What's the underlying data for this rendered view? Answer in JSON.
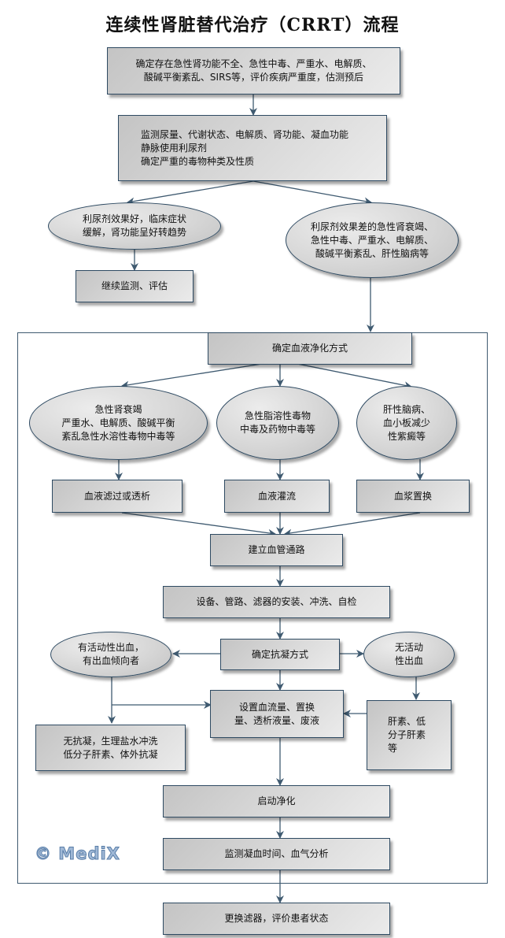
{
  "title": "连续性肾脏替代治疗（CRRT）流程",
  "watermark": "© MediX",
  "colors": {
    "line": "#3f5a70",
    "box_border": "#2e4a62",
    "box_fill_dark": "#c4c4c4",
    "box_fill_light": "#ebebeb",
    "logo": "#9fb8d6"
  },
  "nodes": {
    "assess": "确定存在急性肾功能不全、急性中毒、严重水、电解质、\n酸碱平衡紊乱、SIRS等，评价疾病严重度，估测预后",
    "monitor": "监测尿量、代谢状态、电解质、肾功能、凝血功能\n静脉使用利尿剂\n确定严重的毒物种类及性质",
    "good_response": "利尿剂效果好，临床症状\n缓解，肾功能呈好转趋势",
    "poor_response": "利尿剂效果差的急性肾衰竭、\n急性中毒、严重水、电解质、\n酸碱平衡紊乱、肝性脑病等",
    "continue_monitor": "继续监测、评估",
    "choose_method": "确定血液净化方式",
    "cond_renal": "急性肾衰竭\n严重水、电解质、酸碱平衡\n紊乱急性水溶性毒物中毒等",
    "cond_lipid": "急性脂溶性毒物\n中毒及药物中毒等",
    "cond_hepatic": "肝性脑病、\n血小板减少\n性紫癜等",
    "method_filtration": "血液滤过或透析",
    "method_perfusion": "血液灌流",
    "method_plasma": "血浆置换",
    "vascular_access": "建立血管通路",
    "setup": "设备、管路、滤器的安装、冲洗、自检",
    "anticoag": "确定抗凝方式",
    "bleeding": "有活动性出血，\n有出血倾向者",
    "no_bleeding": "无活动\n性出血",
    "set_params": "设置血流量、置换\n量、透析液量、废液",
    "no_anticoag": "无抗凝，生理盐水冲洗\n低分子肝素、体外抗凝",
    "heparin": "肝素、低\n分子肝素\n等",
    "start": "启动净化",
    "monitor_coag": "监测凝血时间、血气分析",
    "replace_filter": "更换滤器，评价患者状态"
  }
}
